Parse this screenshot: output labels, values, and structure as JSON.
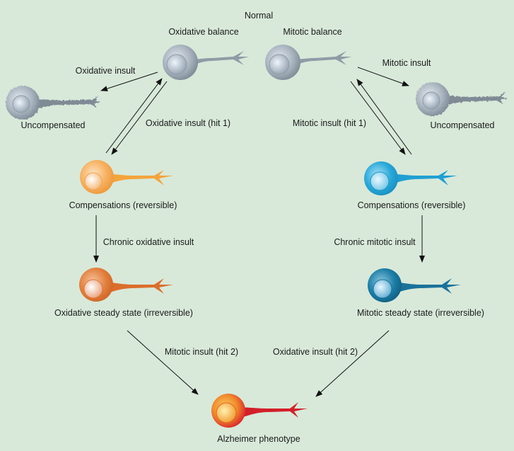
{
  "title": "Normal",
  "colors": {
    "background": "#d8e9da",
    "normal": "#a9b4bf",
    "oxidative_compensated": "#f4a74a",
    "oxidative_steady": "#e07a35",
    "mitotic_compensated": "#2aa8d8",
    "mitotic_steady": "#1d7ea6",
    "alzheimer": "#d8232a"
  },
  "nodes": {
    "oxidative_balance": "Oxidative balance",
    "mitotic_balance": "Mitotic balance",
    "uncompensated_left": "Uncompensated",
    "uncompensated_right": "Uncompensated",
    "oxidative_compensations": "Compensations (reversible)",
    "mitotic_compensations": "Compensations (reversible)",
    "oxidative_steady_state": "Oxidative steady state (irreversible)",
    "mitotic_steady_state": "Mitotic steady state (irreversible)",
    "alzheimer": "Alzheimer phenotype"
  },
  "edges": {
    "oxidative_insult": "Oxidative insult",
    "mitotic_insult": "Mitotic insult",
    "oxidative_hit1": "Oxidative insult (hit 1)",
    "mitotic_hit1": "Mitotic insult (hit 1)",
    "chronic_oxidative": "Chronic oxidative insult",
    "chronic_mitotic": "Chronic mitotic insult",
    "mitotic_hit2": "Mitotic insult (hit 2)",
    "oxidative_hit2": "Oxidative insult (hit 2)"
  }
}
